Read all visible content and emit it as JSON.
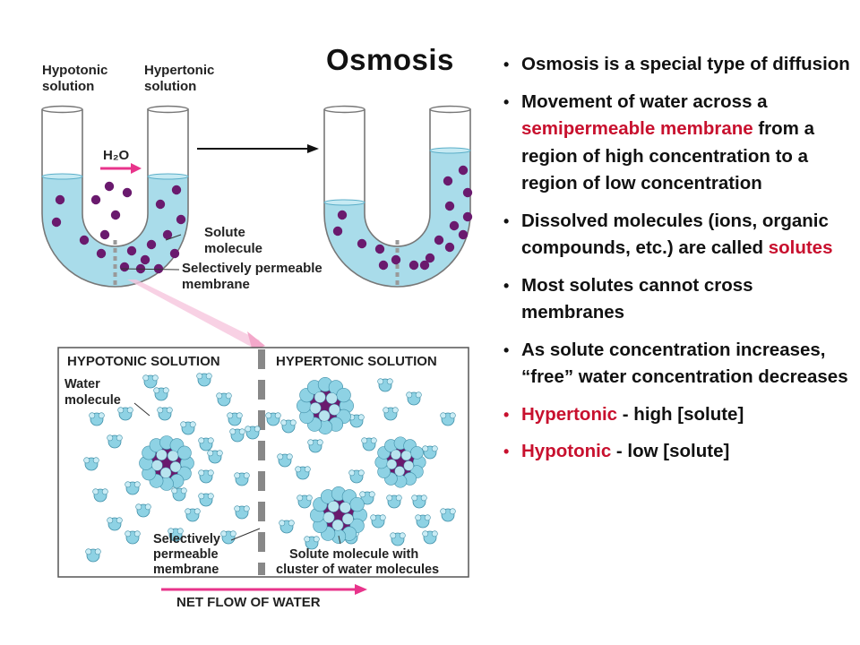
{
  "title": "Osmosis",
  "labels": {
    "hypotonic_solution": [
      "Hypotonic",
      "solution"
    ],
    "hypertonic_solution": [
      "Hypertonic",
      "solution"
    ],
    "water": "H₂O",
    "solute_molecule": [
      "Solute",
      "molecule"
    ],
    "selectively_permeable_membrane": [
      "Selectively permeable",
      "membrane"
    ],
    "panel_hypotonic": "HYPOTONIC SOLUTION",
    "panel_hypertonic": "HYPERTONIC SOLUTION",
    "water_molecule": [
      "Water",
      "molecule"
    ],
    "panel_membrane": [
      "Selectively",
      "permeable",
      "membrane"
    ],
    "cluster_label": [
      "Solute molecule with",
      "cluster of water molecules"
    ],
    "net_flow": "NET FLOW OF WATER"
  },
  "bullets": [
    {
      "parts": [
        {
          "text": "Osmosis is a special type of diffusion",
          "red": false
        }
      ],
      "red_bullet": false
    },
    {
      "parts": [
        {
          "text": "Movement of water across a ",
          "red": false
        },
        {
          "text": "semipermeable membrane",
          "red": true
        },
        {
          "text": " from a region of high concentration to a region of low concentration",
          "red": false
        }
      ],
      "red_bullet": false
    },
    {
      "parts": [
        {
          "text": "Dissolved molecules (ions, organic compounds, etc.) are called ",
          "red": false
        },
        {
          "text": "solutes",
          "red": true
        }
      ],
      "red_bullet": false
    },
    {
      "parts": [
        {
          "text": "Most solutes cannot cross membranes",
          "red": false
        }
      ],
      "red_bullet": false
    },
    {
      "parts": [
        {
          "text": "As solute concentration increases, “free” water concentration decreases",
          "red": false
        }
      ],
      "red_bullet": false
    },
    {
      "parts": [
        {
          "text": "Hypertonic",
          "red": true
        },
        {
          "text": " - high [solute]",
          "red": false
        }
      ],
      "red_bullet": true
    },
    {
      "parts": [
        {
          "text": "Hypotonic",
          "red": true
        },
        {
          "text": " - low [solute]",
          "red": false
        }
      ],
      "red_bullet": true
    }
  ],
  "colors": {
    "water_fill": "#a9dcea",
    "water_molecule": "#8ed2e4",
    "solute": "#6a1a6e",
    "membrane": "#999999",
    "arrow_pink": "#e8348b",
    "accent_red": "#c8102e"
  }
}
